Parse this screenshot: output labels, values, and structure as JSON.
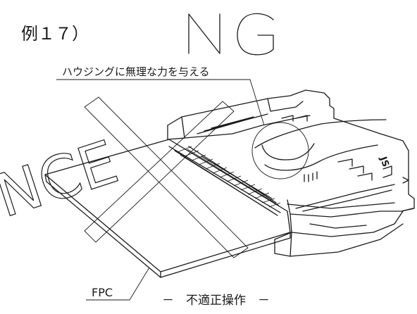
{
  "example_label": "例１７）",
  "verdict": "NG",
  "callout": "ハウジングに無理な力を与える",
  "fpc_label": "FPC",
  "operation_caption": "－　不適正操作　－",
  "watermark": "NCE",
  "housing_marking": "JS"
}
